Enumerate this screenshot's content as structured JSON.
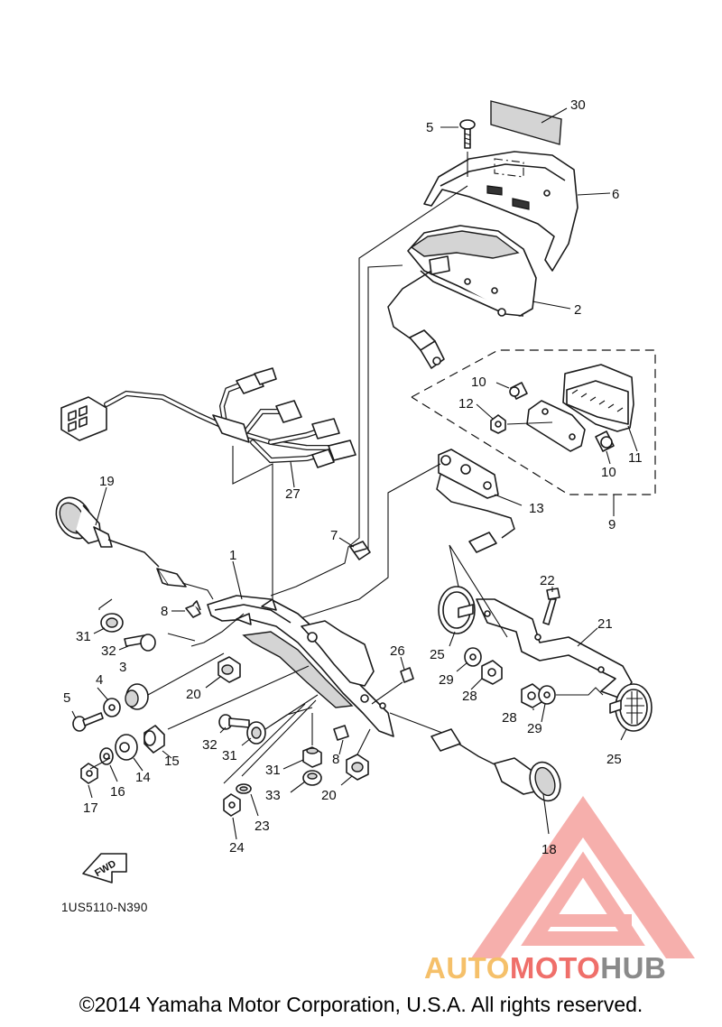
{
  "diagram_code": "1US5110-N390",
  "copyright": "©2014 Yamaha Motor Corporation, U.S.A. All rights reserved.",
  "fwd_label": "FWD",
  "watermark": {
    "part1": "AUTO",
    "part2": "MOTO",
    "part3": "HUB",
    "colors": {
      "auto": "#f5c06a",
      "moto": "#ef6f6a",
      "hub": "#8a8a8a",
      "logo": "#ef6f6a"
    }
  },
  "labels": {
    "n30": "30",
    "n5a": "5",
    "n6": "6",
    "n2": "2",
    "n10a": "10",
    "n12": "12",
    "n11": "11",
    "n10b": "10",
    "n13": "13",
    "n9": "9",
    "n27": "27",
    "n19": "19",
    "n7": "7",
    "n1": "1",
    "n22": "22",
    "n21": "21",
    "n8a": "8",
    "n31a": "31",
    "n32a": "32",
    "n3": "3",
    "n4": "4",
    "n5b": "5",
    "n20a": "20",
    "n26": "26",
    "n25a": "25",
    "n29a": "29",
    "n28a": "28",
    "n28b": "28",
    "n29b": "29",
    "n25b": "25",
    "n32b": "32",
    "n31b": "31",
    "n8b": "8",
    "n14": "14",
    "n15": "15",
    "n16": "16",
    "n17": "17",
    "n31c": "31",
    "n33": "33",
    "n20b": "20",
    "n23": "23",
    "n24": "24",
    "n18": "18"
  }
}
